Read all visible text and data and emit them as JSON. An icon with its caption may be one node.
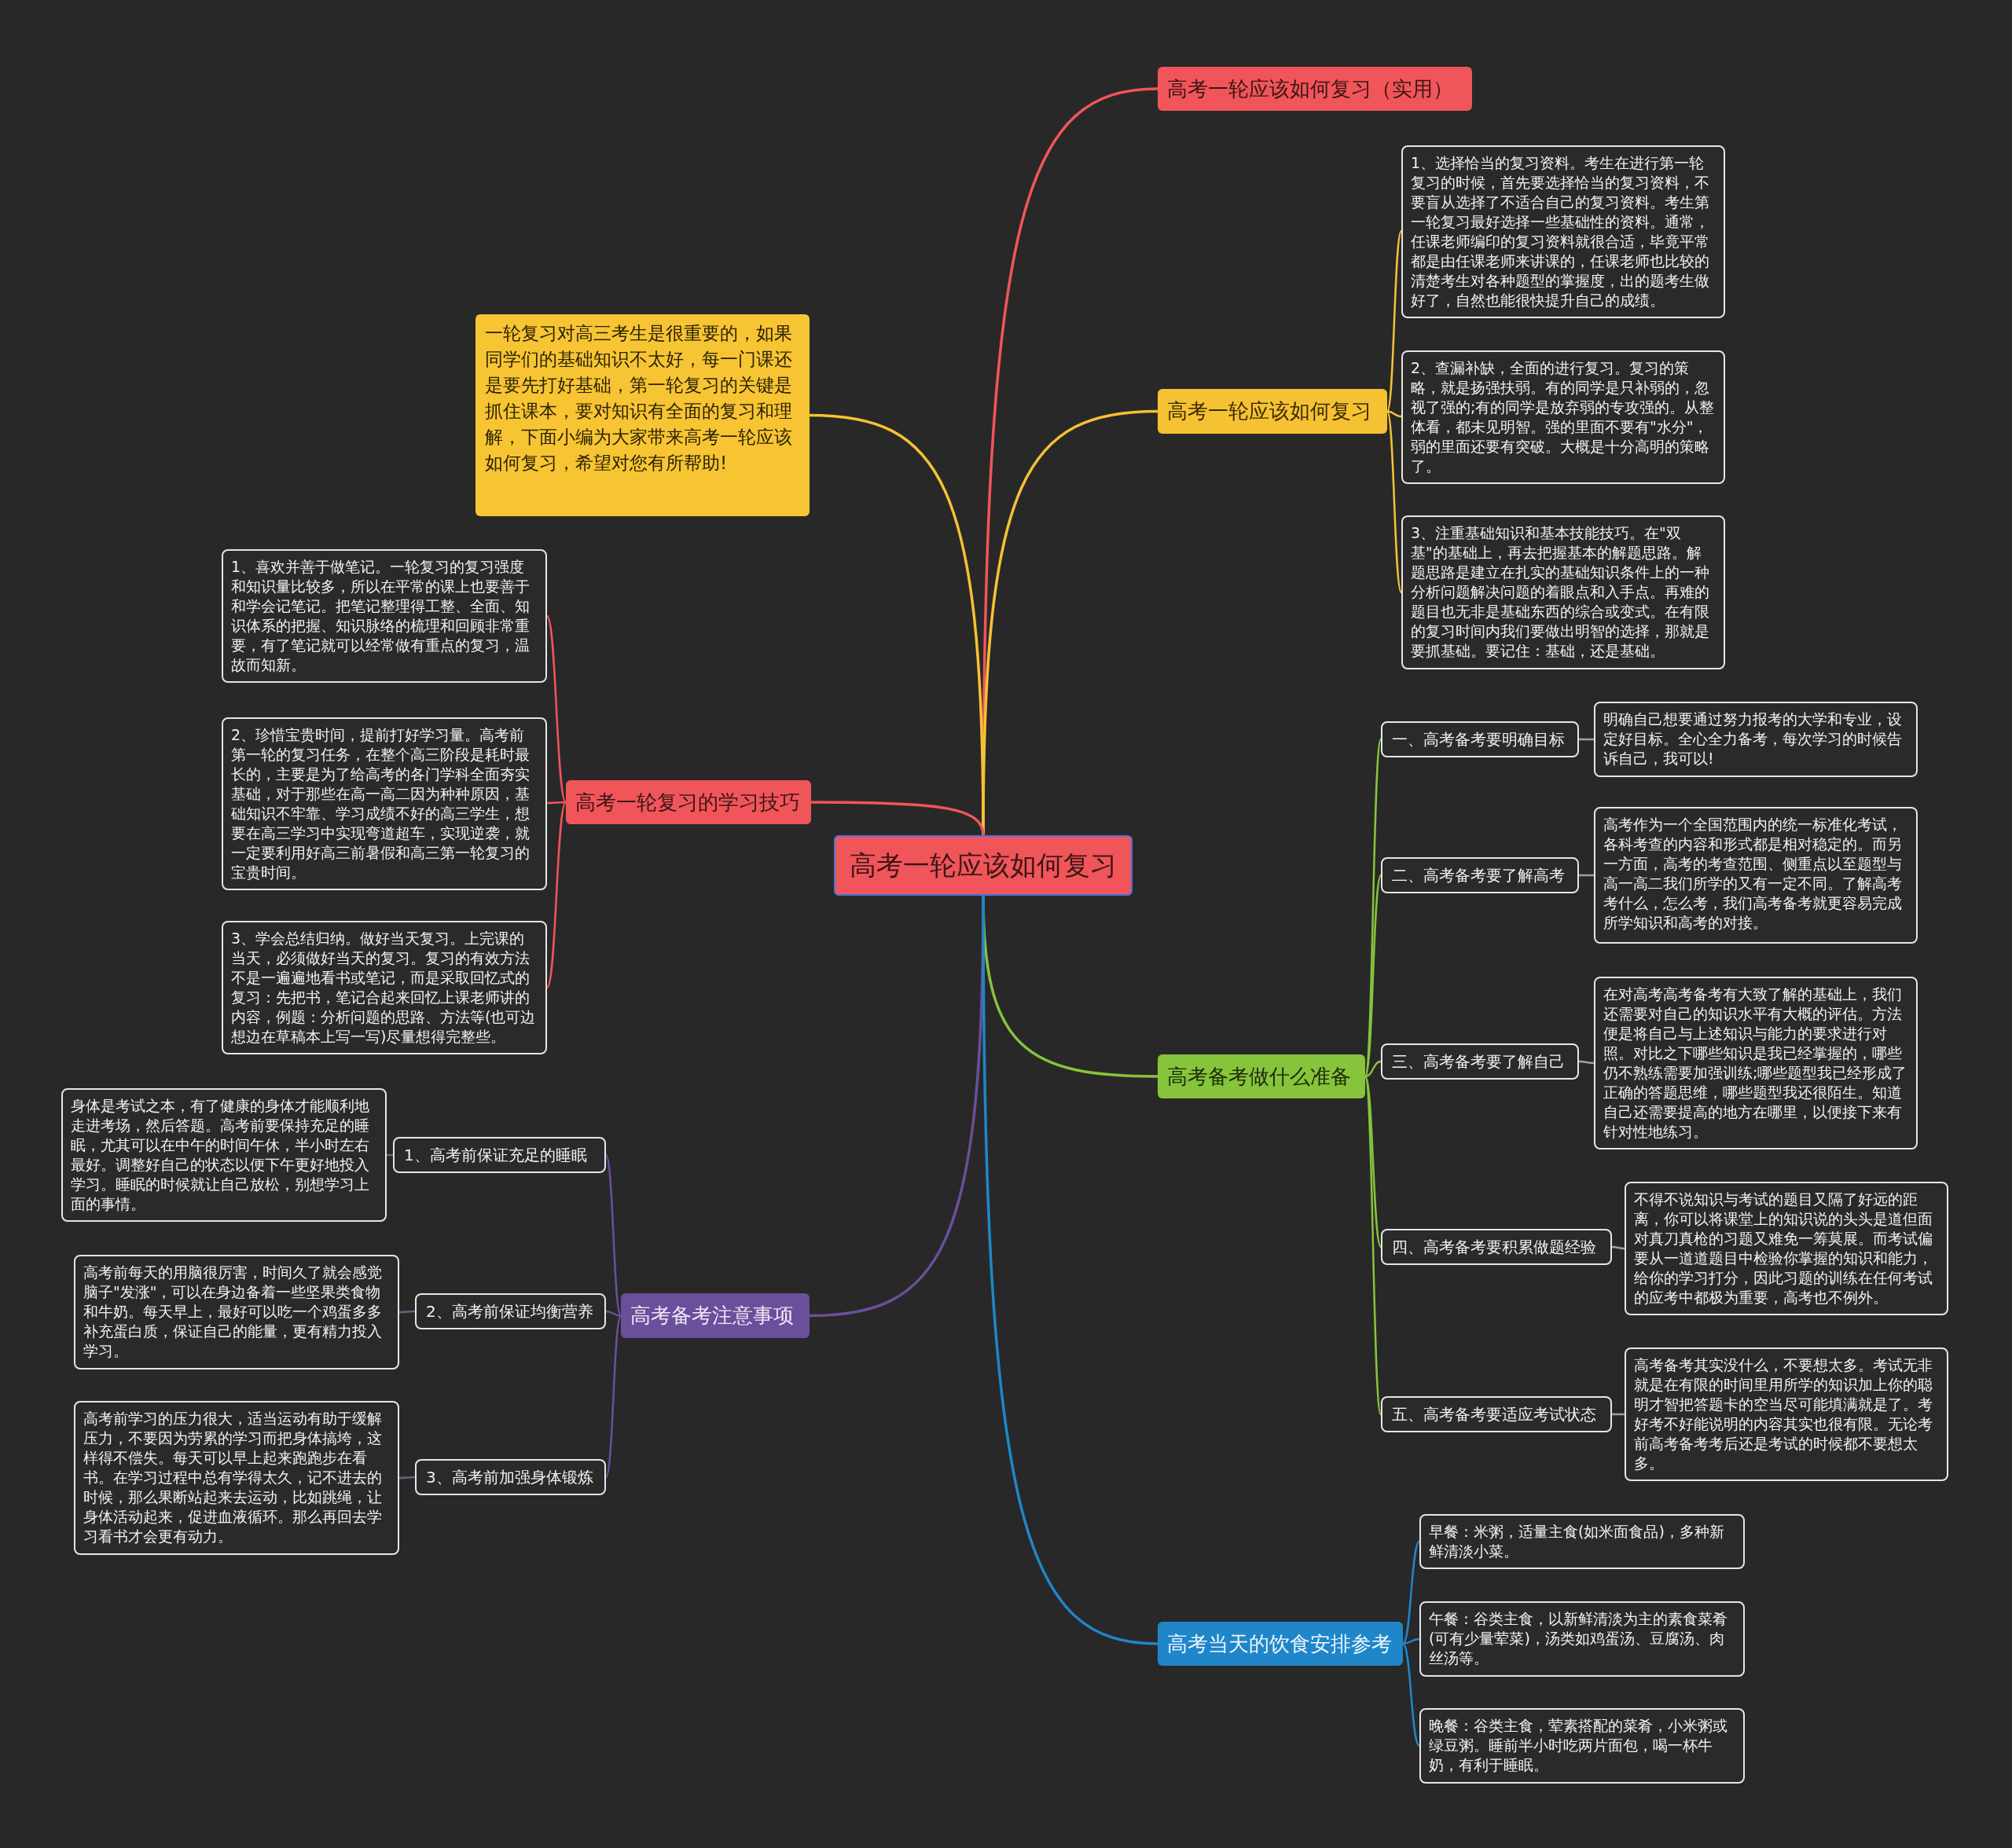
{
  "diagram": {
    "nodes": [
      {
        "text": [
          "高考一轮应该如何复习"
        ]
      },
      {
        "text": [
          "高考一轮应该如何复习（实用）"
        ]
      },
      {
        "text": [
          "高考一轮应该如何复习"
        ]
      },
      {
        "text": [
          "1、选择恰当的复习资料。考生在进行第一轮复习的时候，首先要选择恰当的复习资料，不要盲从选择了不适合自己的复习资料。考生第一轮复习最好选择一些基础性的资料。通常，任课老师编印的复习资料就很合适，毕竟平常都是由任课老师来讲课的，任课老师也比较的清楚考生对各种题型的掌握度，出的题考生做好了，自然也能很快提升自己的成绩。"
        ]
      },
      {
        "text": [
          "2、查漏补缺，全面的进行复习。复习的策略，就是扬强扶弱。有的同学是只补弱的，忽视了强的;有的同学是放弃弱的专攻强的。从整体看，都未见明智。强的里面不要有\"水分\"，弱的里面还要有突破。大概是十分高明的策略了。"
        ]
      },
      {
        "text": [
          "3、注重基础知识和基本技能技巧。在\"双基\"的基础上，再去把握基本的解题思路。解题思路是建立在扎实的基础知识条件上的一种分析问题解决问题的着眼点和入手点。再难的题目也无非是基础东西的综合或变式。在有限的复习时间内我们要做出明智的选择，那就是要抓基础。要记住：基础，还是基础。"
        ]
      },
      {
        "text": [
          "一轮复习对高三考生是很重要的，如果同学们的基础知识不太好，每一门课还是要先打好基础，第一轮复习的关键是抓住课本，要对知识有全面的复习和理解，下面小编为大家带来高考一轮应该如何复习，希望对您有所帮助!"
        ]
      },
      {
        "text": [
          "高考一轮复习的学习技巧"
        ]
      },
      {
        "text": [
          "1、喜欢并善于做笔记。一轮复习的复习强度和知识量比较多，所以在平常的课上也要善于和学会记笔记。把笔记整理得工整、全面、知识体系的把握、知识脉络的梳理和回顾非常重要，有了笔记就可以经常做有重点的复习，温故而知新。"
        ]
      },
      {
        "text": [
          "2、珍惜宝贵时间，提前打好学习量。高考前第一轮的复习任务，在整个高三阶段是耗时最长的，主要是为了给高考的各门学科全面夯实基础，对于那些在高一高二因为种种原因，基础知识不牢靠、学习成绩不好的高三学生，想要在高三学习中实现弯道超车，实现逆袭，就一定要利用好高三前暑假和高三第一轮复习的宝贵时间。"
        ]
      },
      {
        "text": [
          "3、学会总结归纳。做好当天复习。上完课的当天，必须做好当天的复习。复习的有效方法不是一遍遍地看书或笔记，而是采取回忆式的复习：先把书，笔记合起来回忆上课老师讲的内容，例题：分析问题的思路、方法等(也可边想边在草稿本上写一写)尽量想得完整些。"
        ]
      },
      {
        "text": [
          "高考备考做什么准备"
        ]
      },
      {
        "text": [
          "一、高考备考要明确目标"
        ]
      },
      {
        "text": [
          "明确自己想要通过努力报考的大学和专业，设定好目标。全心全力备考，每次学习的时候告诉自己，我可以!"
        ]
      },
      {
        "text": [
          "二、高考备考要了解高考"
        ]
      },
      {
        "text": [
          "高考作为一个全国范围内的统一标准化考试，各科考查的内容和形式都是相对稳定的。而另一方面，高考的考查范围、侧重点以至题型与高一高二我们所学的又有一定不同。了解高考考什么，怎么考，我们高考备考就更容易完成所学知识和高考的对接。"
        ]
      },
      {
        "text": [
          "三、高考备考要了解自己"
        ]
      },
      {
        "text": [
          "在对高考高考备考有大致了解的基础上，我们还需要对自己的知识水平有大概的评估。方法便是将自己与上述知识与能力的要求进行对照。对比之下哪些知识是我已经掌握的，哪些仍不熟练需要加强训练;哪些题型我已经形成了正确的答题思维，哪些题型我还很陌生。知道自己还需要提高的地方在哪里，以便接下来有针对性地练习。"
        ]
      },
      {
        "text": [
          "四、高考备考要积累做题经验"
        ]
      },
      {
        "text": [
          "不得不说知识与考试的题目又隔了好远的距离，你可以将课堂上的知识说的头头是道但面对真刀真枪的习题又难免一筹莫展。而考试偏要从一道道题目中检验你掌握的知识和能力，给你的学习打分，因此习题的训练在任何考试的应考中都极为重要，高考也不例外。"
        ]
      },
      {
        "text": [
          "五、高考备考要适应考试状态"
        ]
      },
      {
        "text": [
          "高考备考其实没什么，不要想太多。考试无非就是在有限的时间里用所学的知识加上你的聪明才智把答题卡的空当尽可能填满就是了。考好考不好能说明的内容其实也很有限。无论考前高考备考考后还是考试的时候都不要想太多。"
        ]
      },
      {
        "text": [
          "高考备考注意事项"
        ]
      },
      {
        "text": [
          "1、高考前保证充足的睡眠"
        ]
      },
      {
        "text": [
          "身体是考试之本，有了健康的身体才能顺利地走进考场，然后答题。高考前要保持充足的睡眠，尤其可以在中午的时间午休，半小时左右最好。调整好自己的状态以便下午更好地投入学习。睡眠的时候就让自己放松，别想学习上面的事情。"
        ]
      },
      {
        "text": [
          "2、高考前保证均衡营养"
        ]
      },
      {
        "text": [
          "高考前每天的用脑很厉害，时间久了就会感觉脑子\"发涨\"，可以在身边备着一些坚果类食物和牛奶。每天早上，最好可以吃一个鸡蛋多多补充蛋白质，保证自己的能量，更有精力投入学习。"
        ]
      },
      {
        "text": [
          "3、高考前加强身体锻炼"
        ]
      },
      {
        "text": [
          "高考前学习的压力很大，适当运动有助于缓解压力，不要因为劳累的学习而把身体搞垮，这样得不偿失。每天可以早上起来跑跑步在看书。在学习过程中总有学得太久，记不进去的时候，那么果断站起来去运动，比如跳绳，让身体活动起来，促进血液循环。那么再回去学习看书才会更有动力。"
        ]
      },
      {
        "text": [
          "高考当天的饮食安排参考"
        ]
      },
      {
        "text": [
          "早餐：米粥，适量主食(如米面食品)，多种新鲜清淡小菜。"
        ]
      },
      {
        "text": [
          "午餐：谷类主食，以新鲜清淡为主的素食菜肴(可有少量荤菜)，汤类如鸡蛋汤、豆腐汤、肉丝汤等。"
        ]
      },
      {
        "text": [
          "晚餐：谷类主食，荤素搭配的菜肴，小米粥或绿豆粥。睡前半小时吃两片面包，喝一杯牛奶，有利于睡眠。"
        ]
      }
    ],
    "edges": [
      {
        "from": 0,
        "to": 1,
        "arrow": "none",
        "color": "#f0555a"
      },
      {
        "from": 0,
        "to": 2,
        "arrow": "none",
        "color": "#f5c233"
      },
      {
        "from": 2,
        "to": 3,
        "arrow": "none",
        "color": "#f5c233"
      },
      {
        "from": 2,
        "to": 4,
        "arrow": "none",
        "color": "#f5c233"
      },
      {
        "from": 2,
        "to": 5,
        "arrow": "none",
        "color": "#f5c233"
      },
      {
        "from": 0,
        "to": 6,
        "arrow": "none",
        "color": "#f5c233"
      },
      {
        "from": 0,
        "to": 7,
        "arrow": "none",
        "color": "#f0555a"
      },
      {
        "from": 7,
        "to": 8,
        "arrow": "none",
        "color": "#f0555a"
      },
      {
        "from": 7,
        "to": 9,
        "arrow": "none",
        "color": "#f0555a"
      },
      {
        "from": 7,
        "to": 10,
        "arrow": "none",
        "color": "#f0555a"
      },
      {
        "from": 0,
        "to": 11,
        "arrow": "none",
        "color": "#86c43b"
      },
      {
        "from": 11,
        "to": 12,
        "arrow": "none",
        "color": "#86c43b"
      },
      {
        "from": 11,
        "to": 14,
        "arrow": "none",
        "color": "#86c43b"
      },
      {
        "from": 11,
        "to": 16,
        "arrow": "none",
        "color": "#86c43b"
      },
      {
        "from": 11,
        "to": 18,
        "arrow": "none",
        "color": "#86c43b"
      },
      {
        "from": 11,
        "to": 20,
        "arrow": "none",
        "color": "#86c43b"
      },
      {
        "from": 12,
        "to": 13,
        "arrow": "none",
        "color": "#9ea391"
      },
      {
        "from": 14,
        "to": 15,
        "arrow": "none",
        "color": "#9ea391"
      },
      {
        "from": 16,
        "to": 17,
        "arrow": "none",
        "color": "#9ea391"
      },
      {
        "from": 18,
        "to": 19,
        "arrow": "none",
        "color": "#9ea391"
      },
      {
        "from": 20,
        "to": 21,
        "arrow": "none",
        "color": "#9ea391"
      },
      {
        "from": 0,
        "to": 22,
        "arrow": "none",
        "color": "#6b4f9b"
      },
      {
        "from": 22,
        "to": 23,
        "arrow": "none",
        "color": "#6b4f9b"
      },
      {
        "from": 22,
        "to": 25,
        "arrow": "none",
        "color": "#6b4f9b"
      },
      {
        "from": 22,
        "to": 27,
        "arrow": "none",
        "color": "#6b4f9b"
      },
      {
        "from": 23,
        "to": 24,
        "arrow": "none",
        "color": "#6b5f82"
      },
      {
        "from": 25,
        "to": 26,
        "arrow": "none",
        "color": "#6b5f82"
      },
      {
        "from": 27,
        "to": 28,
        "arrow": "none",
        "color": "#6b5f82"
      },
      {
        "from": 0,
        "to": 29,
        "arrow": "none",
        "color": "#1f86c9"
      },
      {
        "from": 29,
        "to": 30,
        "arrow": "none",
        "color": "#1f86c9"
      },
      {
        "from": 29,
        "to": 31,
        "arrow": "none",
        "color": "#1f86c9"
      },
      {
        "from": 29,
        "to": 32,
        "arrow": "none",
        "color": "#1f86c9"
      }
    ]
  }
}
